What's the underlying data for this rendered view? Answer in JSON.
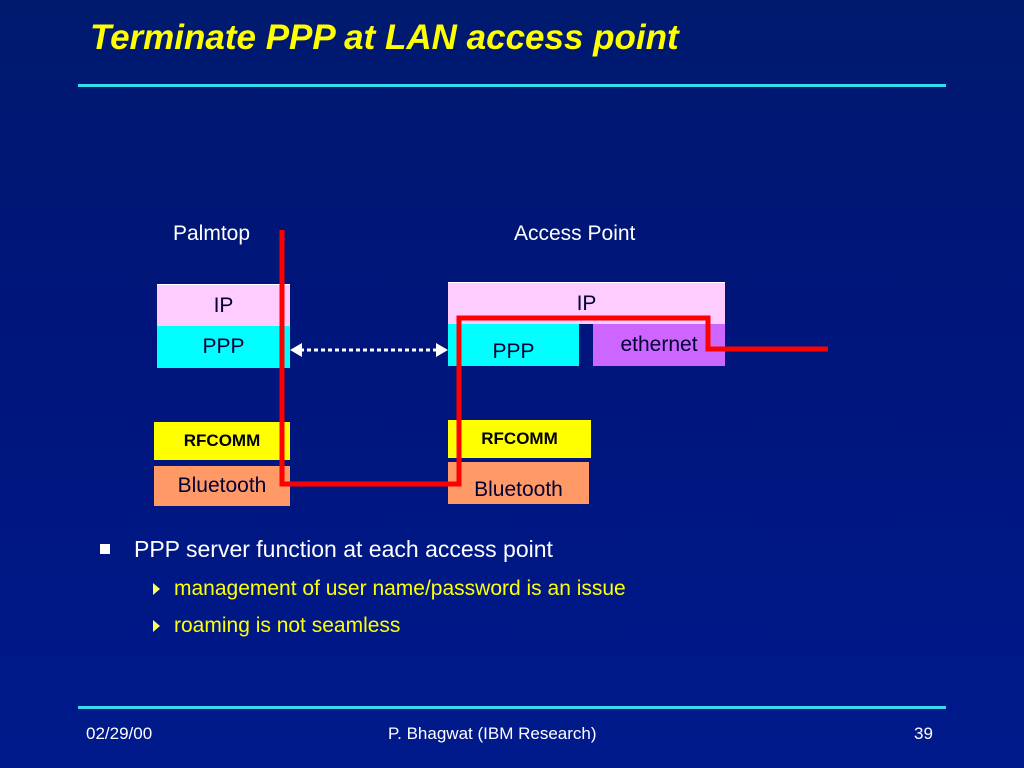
{
  "slide": {
    "title": "Terminate PPP at LAN access point"
  },
  "diagram": {
    "palmtop": {
      "label": "Palmtop",
      "ip": "IP",
      "ppp": "PPP",
      "rfcomm": "RFCOMM",
      "bluetooth": "Bluetooth"
    },
    "access_point": {
      "label": "Access Point",
      "ip": "IP",
      "ppp": "PPP",
      "ethernet": "ethernet",
      "rfcomm": "RFCOMM",
      "bluetooth": "Bluetooth"
    },
    "colors": {
      "path_line": "#ff0000",
      "ip_layer": "#ffccff",
      "ppp_layer": "#00ffff",
      "ethernet_layer": "#cc66ff",
      "rfcomm_layer": "#ffff00",
      "bluetooth_layer": "#ff9966"
    }
  },
  "bullets": {
    "main": "PPP server function at each access point",
    "sub": [
      "management of user name/password is an issue",
      "roaming is not seamless"
    ]
  },
  "footer": {
    "date": "02/29/00",
    "author": "P. Bhagwat  (IBM Research)",
    "page": "39"
  }
}
